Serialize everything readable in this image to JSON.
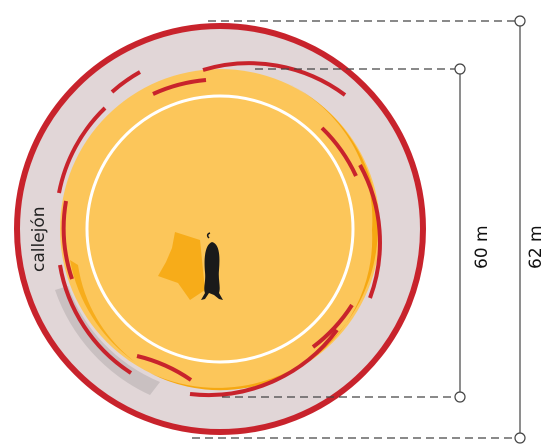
{
  "labels": {
    "callejon": "callejón",
    "inner_diameter": "60 m",
    "outer_diameter": "62 m"
  },
  "colors": {
    "outer_wall": "#c8232c",
    "callejon_fill": "#e1d6d7",
    "arena_fill": "#fcc65a",
    "arena_shadow": "#f6a812",
    "inner_circle": "#ffffff",
    "barrera": "#c8232c",
    "dimension_line": "#444444",
    "bull": "#1a1a1a"
  },
  "icons": {
    "bull": "bull-silhouette-icon"
  }
}
